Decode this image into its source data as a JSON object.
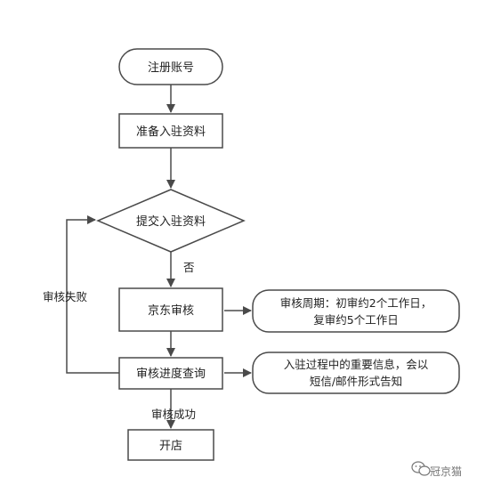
{
  "colors": {
    "stroke": "#4a4a4a",
    "fill": "#ffffff",
    "text": "#222222",
    "watermark": "#777777"
  },
  "nodes": {
    "register": "注册账号",
    "prepare": "准备入驻资料",
    "submit": "提交入驻资料",
    "review": "京东审核",
    "query": "审核进度查询",
    "open": "开店"
  },
  "edges": {
    "no": "否",
    "fail": "审核失败",
    "success": "审核成功"
  },
  "notes": {
    "cycle_line1": "审核周期：初审约2个工作日，",
    "cycle_line2": "复审约5个工作日",
    "notify_line1": "入驻过程中的重要信息，会以",
    "notify_line2": "短信/邮件形式告知"
  },
  "watermark": {
    "icon": "wechat-icon",
    "text": "冠京猫"
  }
}
